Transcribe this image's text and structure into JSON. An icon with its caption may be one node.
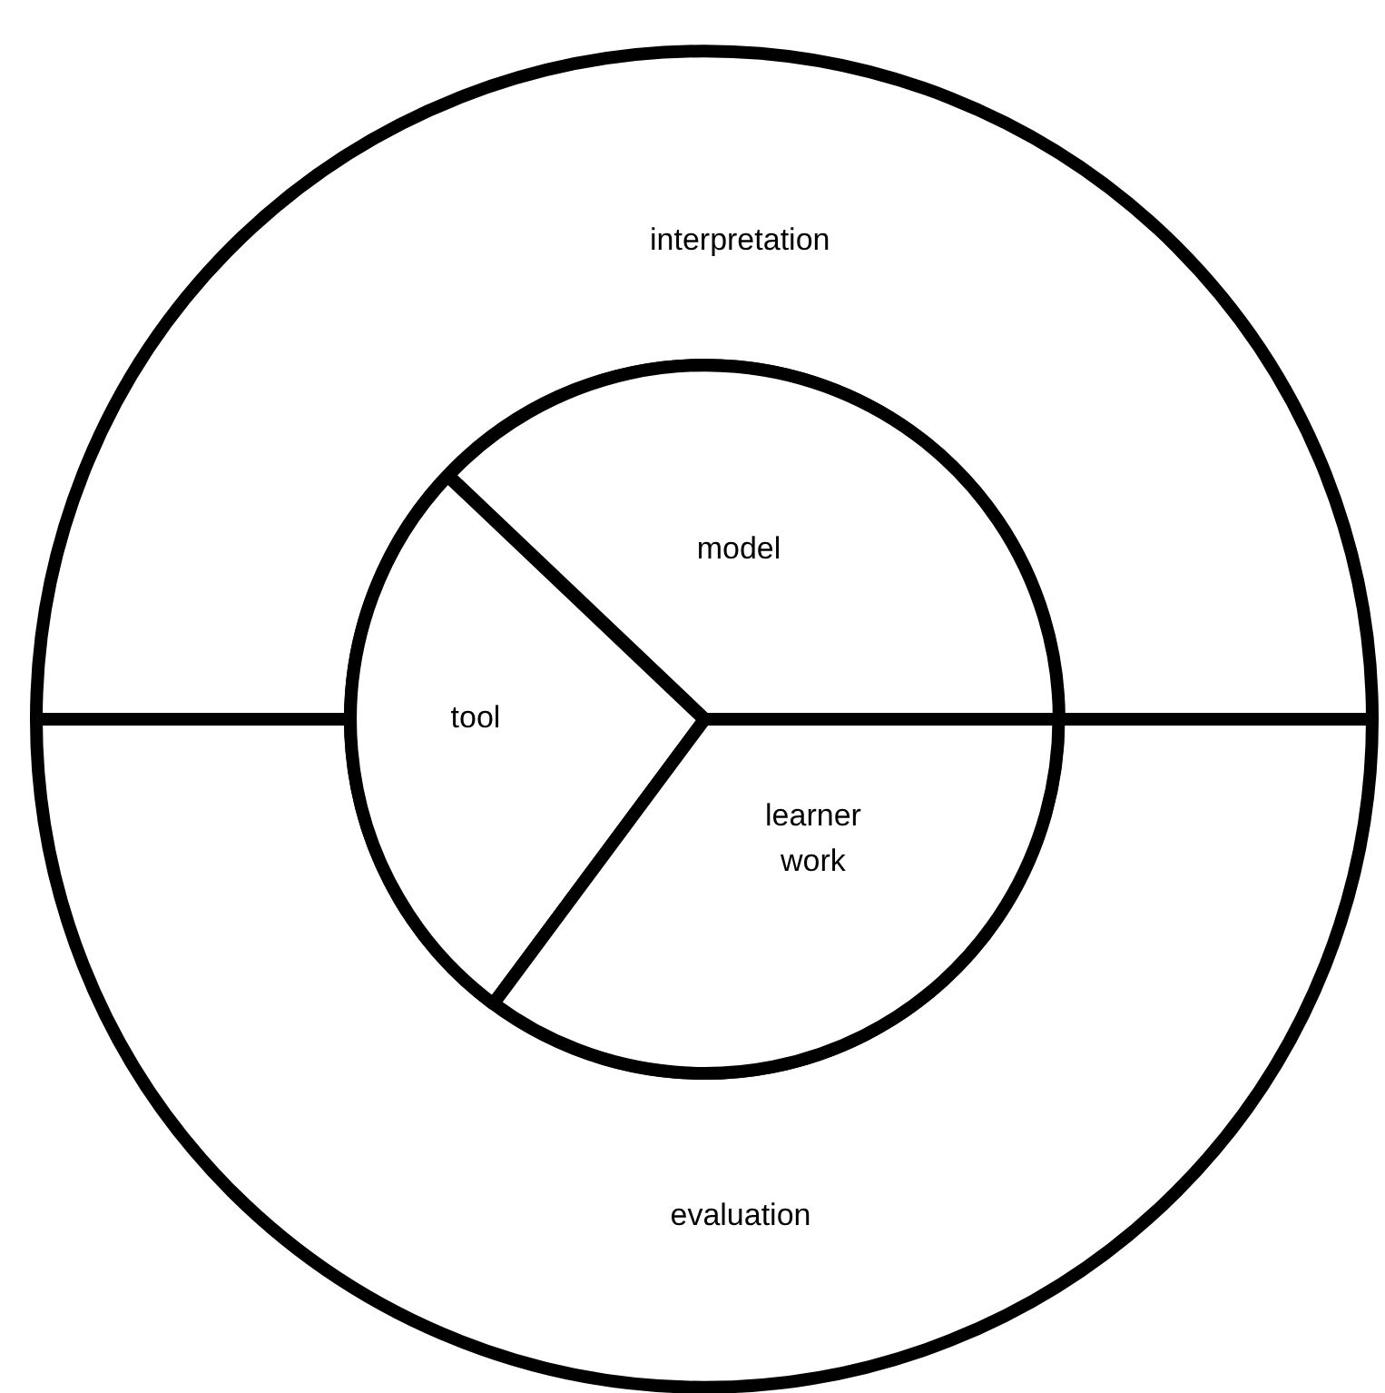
{
  "diagram": {
    "nodes": [
      {
        "text": [
          "interpretation"
        ]
      },
      {
        "text": [
          "evaluation"
        ]
      },
      {
        "text": [
          "model"
        ]
      },
      {
        "text": [
          "tool"
        ]
      },
      {
        "text": [
          "learner work"
        ]
      }
    ]
  }
}
